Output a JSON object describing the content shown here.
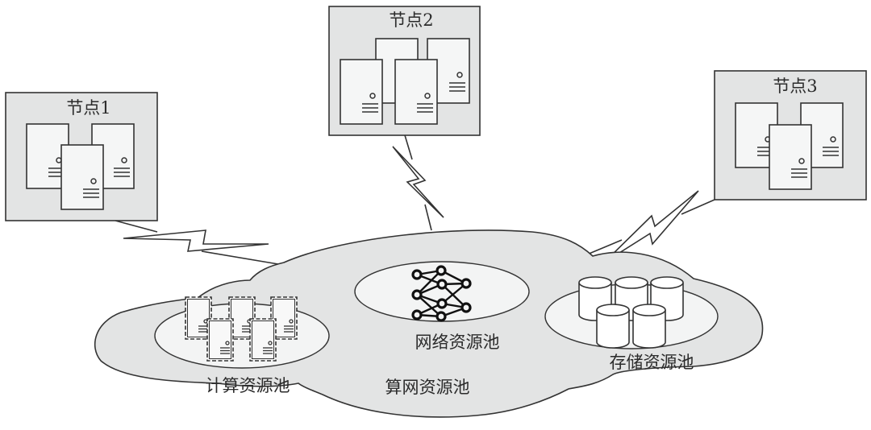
{
  "diagram": {
    "nodes": [
      {
        "id": "node1",
        "label": "节点1",
        "server_count": 3
      },
      {
        "id": "node2",
        "label": "节点2",
        "server_count": 4
      },
      {
        "id": "node3",
        "label": "节点3",
        "server_count": 3
      }
    ],
    "cloud": {
      "label": "算网资源池",
      "pools": [
        {
          "id": "compute",
          "label": "计算资源池",
          "icon": "server-rack-icon",
          "item_count": 5
        },
        {
          "id": "network",
          "label": "网络资源池",
          "icon": "neural-network-icon"
        },
        {
          "id": "storage",
          "label": "存储资源池",
          "icon": "database-cylinder-icon",
          "item_count": 5
        }
      ]
    },
    "links": [
      {
        "from": "node1",
        "to": "cloud",
        "type": "wireless",
        "icon": "lightning-bolt-icon"
      },
      {
        "from": "node2",
        "to": "cloud",
        "type": "wireless",
        "icon": "lightning-bolt-icon"
      },
      {
        "from": "node3",
        "to": "cloud",
        "type": "wireless",
        "icon": "lightning-bolt-icon"
      }
    ],
    "colors": {
      "box_fill": "#e3e4e4",
      "cloud_fill": "#e3e4e4",
      "pool_fill": "#f3f4f4",
      "server_fill": "#f5f6f6",
      "stroke": "#333333"
    }
  }
}
